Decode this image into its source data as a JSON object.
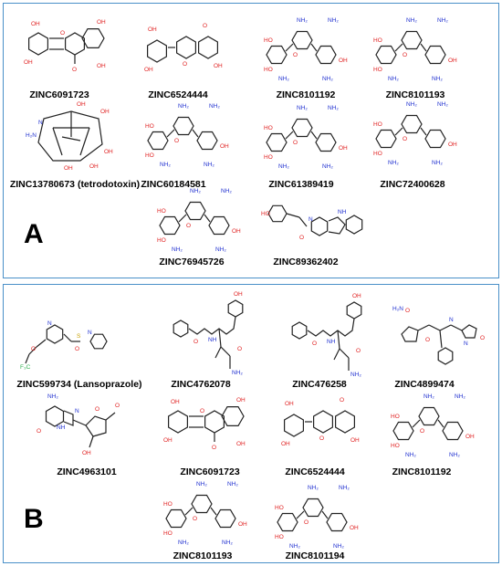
{
  "panels": [
    {
      "letter": "A",
      "compounds": [
        {
          "label": "ZINC6091723",
          "kind": "flavanone"
        },
        {
          "label": "ZINC6524444",
          "kind": "flavonol"
        },
        {
          "label": "ZINC8101192",
          "kind": "aminoglycoside"
        },
        {
          "label": "ZINC8101193",
          "kind": "aminoglycoside"
        },
        {
          "label": "ZINC13780673 (tetrodotoxin)",
          "kind": "cage"
        },
        {
          "label": "ZINC60184581",
          "kind": "aminoglycoside"
        },
        {
          "label": "ZINC61389419",
          "kind": "aminoglycoside"
        },
        {
          "label": "ZINC72400628",
          "kind": "aminoglycoside"
        },
        {
          "label": "ZINC76945726",
          "kind": "aminoglycoside"
        },
        {
          "label": "ZINC89362402",
          "kind": "indole"
        }
      ]
    },
    {
      "letter": "B",
      "compounds": [
        {
          "label": "ZINC599734 (Lansoprazole)",
          "kind": "lansoprazole"
        },
        {
          "label": "ZINC4762078",
          "kind": "peptide"
        },
        {
          "label": "ZINC476258",
          "kind": "peptide"
        },
        {
          "label": "ZINC4899474",
          "kind": "tripeptide"
        },
        {
          "label": "ZINC4963101",
          "kind": "nucleoside"
        },
        {
          "label": "ZINC6091723",
          "kind": "flavanone"
        },
        {
          "label": "ZINC6524444",
          "kind": "flavonol"
        },
        {
          "label": "ZINC8101192",
          "kind": "aminoglycoside"
        },
        {
          "label": "ZINC8101193",
          "kind": "aminoglycoside"
        },
        {
          "label": "ZINC8101194",
          "kind": "aminoglycoside"
        }
      ]
    }
  ]
}
